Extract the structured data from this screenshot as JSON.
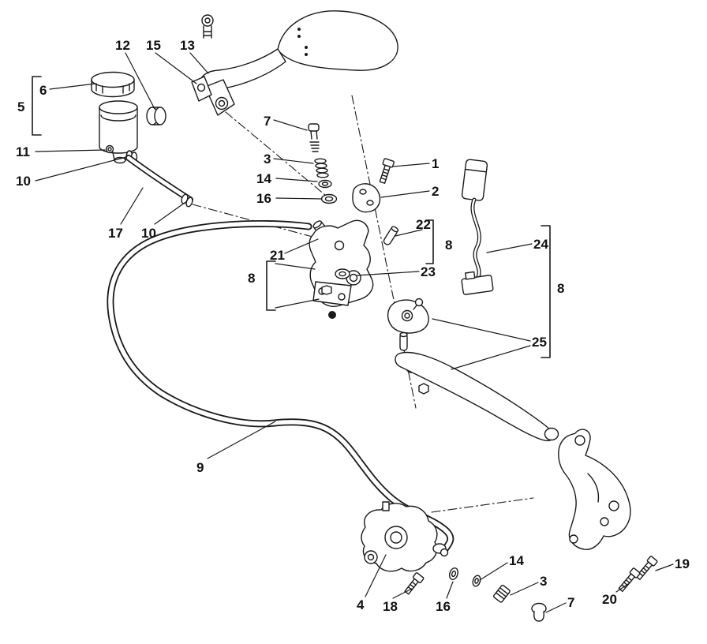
{
  "diagram": {
    "background_color": "#ffffff",
    "line_color": "#1a1a1a",
    "callouts": [
      {
        "label": "6"
      },
      {
        "label": "5"
      },
      {
        "label": "12"
      },
      {
        "label": "15"
      },
      {
        "label": "13"
      },
      {
        "label": "11"
      },
      {
        "label": "10"
      },
      {
        "label": "17"
      },
      {
        "label": "10"
      },
      {
        "label": "7"
      },
      {
        "label": "3"
      },
      {
        "label": "14"
      },
      {
        "label": "16"
      },
      {
        "label": "1"
      },
      {
        "label": "2"
      },
      {
        "label": "22"
      },
      {
        "label": "8"
      },
      {
        "label": "24"
      },
      {
        "label": "21"
      },
      {
        "label": "23"
      },
      {
        "label": "8"
      },
      {
        "label": "8"
      },
      {
        "label": "25"
      },
      {
        "label": "9"
      },
      {
        "label": "4"
      },
      {
        "label": "18"
      },
      {
        "label": "16"
      },
      {
        "label": "14"
      },
      {
        "label": "3"
      },
      {
        "label": "7"
      },
      {
        "label": "19"
      },
      {
        "label": "20"
      }
    ]
  }
}
